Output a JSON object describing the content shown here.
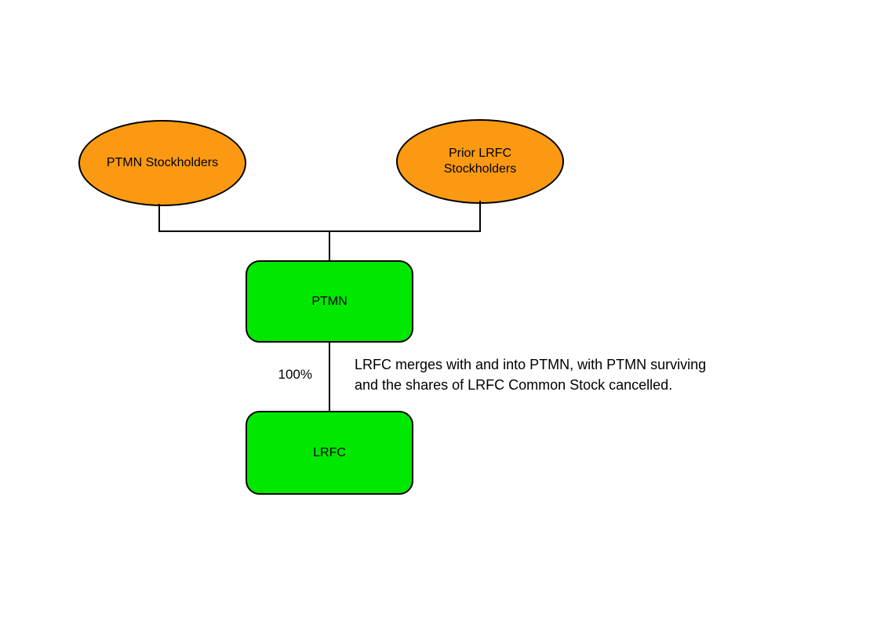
{
  "diagram": {
    "colors": {
      "background": "#ffffff",
      "stockholder_fill": "#FB9A12",
      "company_fill": "#00E800",
      "border": "#000000",
      "line": "#000000",
      "text": "#000000"
    },
    "nodes": [
      {
        "id": "ptmn-stockholders",
        "shape": "ellipse",
        "label": "PTMN Stockholders"
      },
      {
        "id": "prior-lrfc-stockholders",
        "shape": "ellipse",
        "label": "Prior LRFC Stockholders"
      },
      {
        "id": "ptmn",
        "shape": "rounded-rect",
        "label": "PTMN"
      },
      {
        "id": "lrfc",
        "shape": "rounded-rect",
        "label": "LRFC"
      }
    ],
    "edges": [
      {
        "from": "ptmn-stockholders",
        "to": "ptmn",
        "label": ""
      },
      {
        "from": "prior-lrfc-stockholders",
        "to": "ptmn",
        "label": ""
      },
      {
        "from": "ptmn",
        "to": "lrfc",
        "label": "100%"
      }
    ],
    "annotation": {
      "lines": [
        "LRFC merges with and into PTMN, with PTMN surviving",
        "and the shares of LRFC Common Stock cancelled."
      ]
    }
  }
}
